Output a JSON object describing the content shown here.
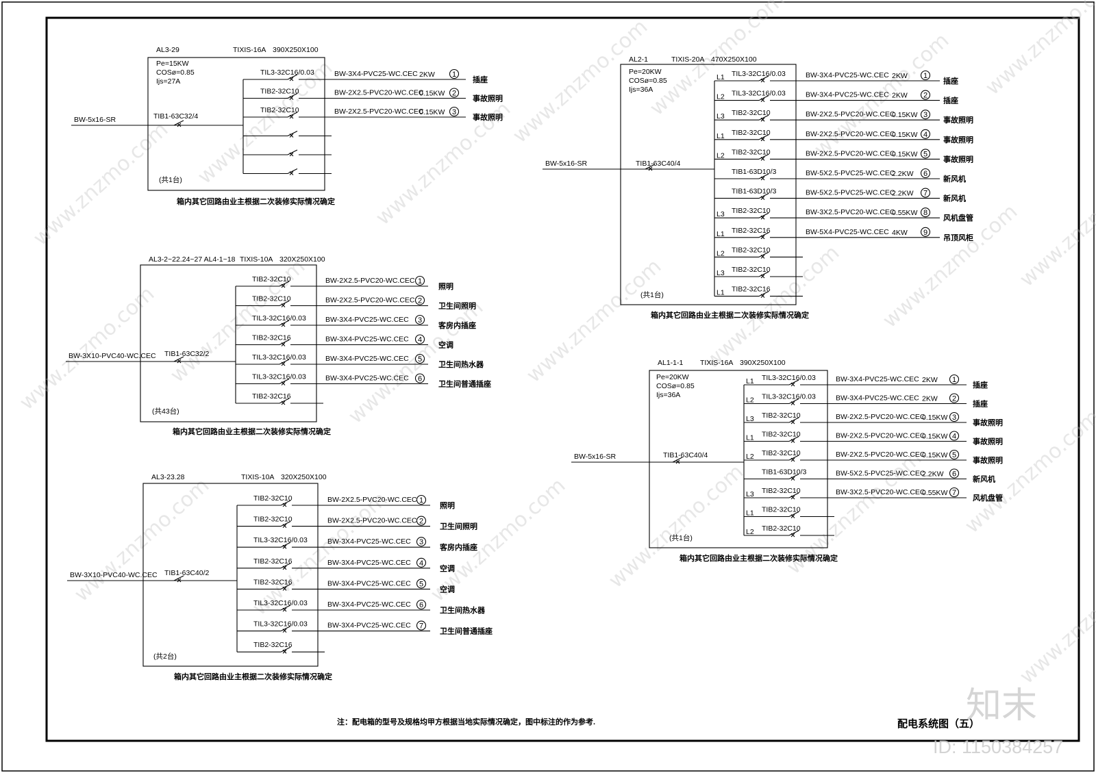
{
  "drawing_title": "配电系统图（五）",
  "note": "注：配电箱的型号及规格均甲方根据当地实际情况确定，图中标注的作为参考.",
  "brand_mark": "知末",
  "id_text": "ID: 1150384257",
  "panels": [
    {
      "id": "AL3-29",
      "model": "TIXIS-16A",
      "dims": "390X250X100",
      "params": [
        "Pe=15KW",
        "COSø=0.85",
        "Ijs=27A"
      ],
      "feeder": "BW-5x16-SR",
      "main_breaker": "TIB1-63C32/4",
      "count": "(共1台)",
      "footnote": "箱内其它回路由业主根据二次装修实际情况确定",
      "circuits": [
        {
          "phase": "",
          "breaker": "TIL3-32C16/0.03",
          "cable": "BW-3X4-PVC25-WC.CEC",
          "power": "2KW",
          "num": "1",
          "load": "插座"
        },
        {
          "phase": "",
          "breaker": "TIB2-32C10",
          "cable": "BW-2X2.5-PVC20-WC.CEC",
          "power": "0.15KW",
          "num": "2",
          "load": "事故照明"
        },
        {
          "phase": "",
          "breaker": "TIB2-32C10",
          "cable": "BW-2X2.5-PVC20-WC.CEC",
          "power": "0.15KW",
          "num": "3",
          "load": "事故照明"
        },
        {
          "phase": "",
          "breaker": "",
          "cable": "",
          "power": "",
          "num": "",
          "load": ""
        },
        {
          "phase": "",
          "breaker": "",
          "cable": "",
          "power": "",
          "num": "",
          "load": ""
        },
        {
          "phase": "",
          "breaker": "",
          "cable": "",
          "power": "",
          "num": "",
          "load": ""
        }
      ]
    },
    {
      "id": "AL3-2~22.24~27  AL4-1~18",
      "model": "TIXIS-10A",
      "dims": "320X250X100",
      "params": [],
      "feeder": "BW-3X10-PVC40-WC.CEC",
      "main_breaker": "TIB1-63C32/2",
      "count": "(共43台)",
      "footnote": "箱内其它回路由业主根据二次装修实际情况确定",
      "circuits": [
        {
          "phase": "",
          "breaker": "TIB2-32C10",
          "cable": "BW-2X2.5-PVC20-WC.CEC",
          "power": "",
          "num": "1",
          "load": "照明"
        },
        {
          "phase": "",
          "breaker": "TIB2-32C10",
          "cable": "BW-2X2.5-PVC20-WC.CEC",
          "power": "",
          "num": "2",
          "load": "卫生间照明"
        },
        {
          "phase": "",
          "breaker": "TIL3-32C16/0.03",
          "cable": "BW-3X4-PVC25-WC.CEC",
          "power": "",
          "num": "3",
          "load": "客房内插座"
        },
        {
          "phase": "",
          "breaker": "TIB2-32C16",
          "cable": "BW-3X4-PVC25-WC.CEC",
          "power": "",
          "num": "4",
          "load": "空调"
        },
        {
          "phase": "",
          "breaker": "TIL3-32C16/0.03",
          "cable": "BW-3X4-PVC25-WC.CEC",
          "power": "",
          "num": "5",
          "load": "卫生间热水器"
        },
        {
          "phase": "",
          "breaker": "TIL3-32C16/0.03",
          "cable": "BW-3X4-PVC25-WC.CEC",
          "power": "",
          "num": "6",
          "load": "卫生间普通插座"
        },
        {
          "phase": "",
          "breaker": "TIB2-32C16",
          "cable": "",
          "power": "",
          "num": "",
          "load": ""
        }
      ]
    },
    {
      "id": "AL3-23.28",
      "model": "TIXIS-10A",
      "dims": "320X250X100",
      "params": [],
      "feeder": "BW-3X10-PVC40-WC.CEC",
      "main_breaker": "TIB1-63C40/2",
      "count": "(共2台)",
      "footnote": "箱内其它回路由业主根据二次装修实际情况确定",
      "circuits": [
        {
          "phase": "",
          "breaker": "TIB2-32C10",
          "cable": "BW-2X2.5-PVC20-WC.CEC",
          "power": "",
          "num": "1",
          "load": "照明"
        },
        {
          "phase": "",
          "breaker": "TIB2-32C10",
          "cable": "BW-2X2.5-PVC20-WC.CEC",
          "power": "",
          "num": "2",
          "load": "卫生间照明"
        },
        {
          "phase": "",
          "breaker": "TIL3-32C16/0.03",
          "cable": "BW-3X4-PVC25-WC.CEC",
          "power": "",
          "num": "3",
          "load": "客房内插座"
        },
        {
          "phase": "",
          "breaker": "TIB2-32C16",
          "cable": "BW-3X4-PVC25-WC.CEC",
          "power": "",
          "num": "4",
          "load": "空调"
        },
        {
          "phase": "",
          "breaker": "TIB2-32C16",
          "cable": "BW-3X4-PVC25-WC.CEC",
          "power": "",
          "num": "5",
          "load": "空调"
        },
        {
          "phase": "",
          "breaker": "TIL3-32C16/0.03",
          "cable": "BW-3X4-PVC25-WC.CEC",
          "power": "",
          "num": "6",
          "load": "卫生间热水器"
        },
        {
          "phase": "",
          "breaker": "TIL3-32C16/0.03",
          "cable": "BW-3X4-PVC25-WC.CEC",
          "power": "",
          "num": "7",
          "load": "卫生间普通插座"
        },
        {
          "phase": "",
          "breaker": "TIB2-32C16",
          "cable": "",
          "power": "",
          "num": "",
          "load": ""
        }
      ]
    },
    {
      "id": "AL2-1",
      "model": "TIXIS-20A",
      "dims": "470X250X100",
      "params": [
        "Pe=20KW",
        "COSø=0.85",
        "Ijs=36A"
      ],
      "feeder": "BW-5x16-SR",
      "main_breaker": "TIB1-63C40/4",
      "count": "(共1台)",
      "footnote": "箱内其它回路由业主根据二次装修实际情况确定",
      "circuits": [
        {
          "phase": "L1",
          "breaker": "TIL3-32C16/0.03",
          "cable": "BW-3X4-PVC25-WC.CEC",
          "power": "2KW",
          "num": "1",
          "load": "插座"
        },
        {
          "phase": "L2",
          "breaker": "TIL3-32C16/0.03",
          "cable": "BW-3X4-PVC25-WC.CEC",
          "power": "2KW",
          "num": "2",
          "load": "插座"
        },
        {
          "phase": "L3",
          "breaker": "TIB2-32C10",
          "cable": "BW-2X2.5-PVC20-WC.CEC",
          "power": "0.15KW",
          "num": "3",
          "load": "事故照明"
        },
        {
          "phase": "L1",
          "breaker": "TIB2-32C10",
          "cable": "BW-2X2.5-PVC20-WC.CEC",
          "power": "0.15KW",
          "num": "4",
          "load": "事故照明"
        },
        {
          "phase": "L2",
          "breaker": "TIB2-32C10",
          "cable": "BW-2X2.5-PVC20-WC.CEC",
          "power": "0.15KW",
          "num": "5",
          "load": "事故照明"
        },
        {
          "phase": "",
          "breaker": "TIB1-63D10/3",
          "cable": "BW-5X2.5-PVC25-WC.CEC",
          "power": "2.2KW",
          "num": "6",
          "load": "新风机"
        },
        {
          "phase": "",
          "breaker": "TIB1-63D10/3",
          "cable": "BW-5X2.5-PVC25-WC.CEC",
          "power": "2.2KW",
          "num": "7",
          "load": "新风机"
        },
        {
          "phase": "L3",
          "breaker": "TIB2-32C10",
          "cable": "BW-3X2.5-PVC20-WC.CEC",
          "power": "0.55KW",
          "num": "8",
          "load": "风机盘管"
        },
        {
          "phase": "L1",
          "breaker": "TIB2-32C16",
          "cable": "BW-5X4-PVC25-WC.CEC",
          "power": "4KW",
          "num": "9",
          "load": "吊顶风柜"
        },
        {
          "phase": "L2",
          "breaker": "TIB2-32C10",
          "cable": "",
          "power": "",
          "num": "",
          "load": ""
        },
        {
          "phase": "L3",
          "breaker": "TIB2-32C10",
          "cable": "",
          "power": "",
          "num": "",
          "load": ""
        },
        {
          "phase": "L1",
          "breaker": "TIB2-32C16",
          "cable": "",
          "power": "",
          "num": "",
          "load": ""
        }
      ]
    },
    {
      "id": "AL1-1-1",
      "model": "TIXIS-16A",
      "dims": "390X250X100",
      "params": [
        "Pe=20KW",
        "COSø=0.85",
        "Ijs=36A"
      ],
      "feeder": "BW-5x16-SR",
      "main_breaker": "TIB1-63C40/4",
      "count": "(共1台)",
      "footnote": "箱内其它回路由业主根据二次装修实际情况确定",
      "circuits": [
        {
          "phase": "L1",
          "breaker": "TIL3-32C16/0.03",
          "cable": "BW-3X4-PVC25-WC.CEC",
          "power": "2KW",
          "num": "1",
          "load": "插座"
        },
        {
          "phase": "L2",
          "breaker": "TIL3-32C16/0.03",
          "cable": "BW-3X4-PVC25-WC.CEC",
          "power": "2KW",
          "num": "2",
          "load": "插座"
        },
        {
          "phase": "L3",
          "breaker": "TIB2-32C10",
          "cable": "BW-2X2.5-PVC20-WC.CEC",
          "power": "0.15KW",
          "num": "3",
          "load": "事故照明"
        },
        {
          "phase": "L1",
          "breaker": "TIB2-32C10",
          "cable": "BW-2X2.5-PVC20-WC.CEC",
          "power": "0.15KW",
          "num": "4",
          "load": "事故照明"
        },
        {
          "phase": "L2",
          "breaker": "TIB2-32C10",
          "cable": "BW-2X2.5-PVC20-WC.CEC",
          "power": "0.15KW",
          "num": "5",
          "load": "事故照明"
        },
        {
          "phase": "",
          "breaker": "TIB1-63D10/3",
          "cable": "BW-5X2.5-PVC25-WC.CEC",
          "power": "2.2KW",
          "num": "6",
          "load": "新风机"
        },
        {
          "phase": "L3",
          "breaker": "TIB2-32C10",
          "cable": "BW-3X2.5-PVC20-WC.CEC",
          "power": "0.55KW",
          "num": "7",
          "load": "风机盘管"
        },
        {
          "phase": "L1",
          "breaker": "TIB2-32C10",
          "cable": "",
          "power": "",
          "num": "",
          "load": ""
        },
        {
          "phase": "L2",
          "breaker": "TIB2-32C10",
          "cable": "",
          "power": "",
          "num": "",
          "load": ""
        }
      ]
    }
  ]
}
